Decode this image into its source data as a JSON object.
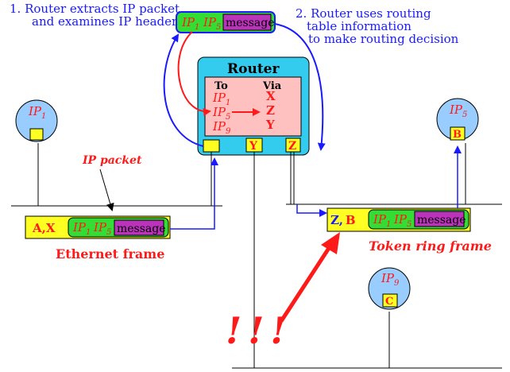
{
  "step1": {
    "line1": "1. Router extracts IP packet",
    "line2": "and examines IP header"
  },
  "step2": {
    "line1": "2. Router uses routing",
    "line2": "table information",
    "line3": "to make routing decision"
  },
  "top_packet": {
    "ip_a": "IP",
    "sub_a": "1",
    "ip_b": "IP",
    "sub_b": "5",
    "msg": "message"
  },
  "router": {
    "title": "Router",
    "col_to": "To",
    "col_via": "Via",
    "rows": [
      {
        "ip": "IP",
        "sub": "1",
        "via": "X"
      },
      {
        "ip": "IP",
        "sub": "5",
        "via": "Z"
      },
      {
        "ip": "IP",
        "sub": "9",
        "via": "Y"
      }
    ],
    "ports": {
      "y": "Y",
      "z": "Z"
    }
  },
  "host1": {
    "ip": "IP",
    "sub": "1"
  },
  "host5": {
    "ip": "IP",
    "sub": "5",
    "port": "B"
  },
  "host9": {
    "ip": "IP",
    "sub": "9",
    "port": "C"
  },
  "ip_packet_label": "IP packet",
  "eth_frame": {
    "addr": "A,X",
    "ip_a": "IP",
    "sub_a": "1",
    "ip_b": "IP",
    "sub_b": "5",
    "msg": "message",
    "label": "Ethernet frame"
  },
  "tr_frame": {
    "addr_z": "Z",
    "addr_sep": ",",
    "addr_b": "B",
    "ip_a": "IP",
    "sub_a": "1",
    "ip_b": "IP",
    "sub_b": "5",
    "msg": "message",
    "label": "Token ring frame"
  },
  "exclaim": "!!!",
  "colors": {
    "blue_text": "#1a1aff",
    "red_text": "#ff1a1a",
    "router_fill": "#33ccee",
    "table_fill": "#ffc0c0",
    "green": "#33dd33",
    "purple": "#bb33bb",
    "yellow": "#ffff22",
    "host_fill": "#99ccff"
  }
}
